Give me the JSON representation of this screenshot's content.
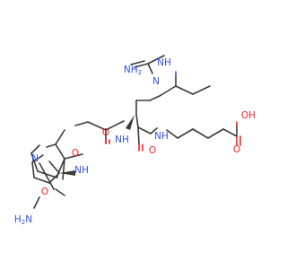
{
  "colors": {
    "carbon": "#3b3b3b",
    "nitrogen": "#3050f8",
    "oxygen": "#ff2020",
    "background": "#ffffff"
  },
  "atoms": {
    "amidine_nh2_left": "NH",
    "amidine_nh2_left_sub": "2",
    "amidine_nh": "NH",
    "amidine_n": "N",
    "amide_nh_arg": "NH",
    "carboxyl": "OH",
    "carboxyl_o": "O",
    "arg_carbonyl_o": "O",
    "gly_carbonyl_o": "O",
    "gly_nh": "NH",
    "pro_carbonyl_o": "O",
    "pro_n": "N",
    "gly_nh_left": "NH",
    "amine_h2n": "H",
    "amine_h2n_sub": "2",
    "amine_n": "N",
    "gly2_carbonyl_o": "O"
  }
}
